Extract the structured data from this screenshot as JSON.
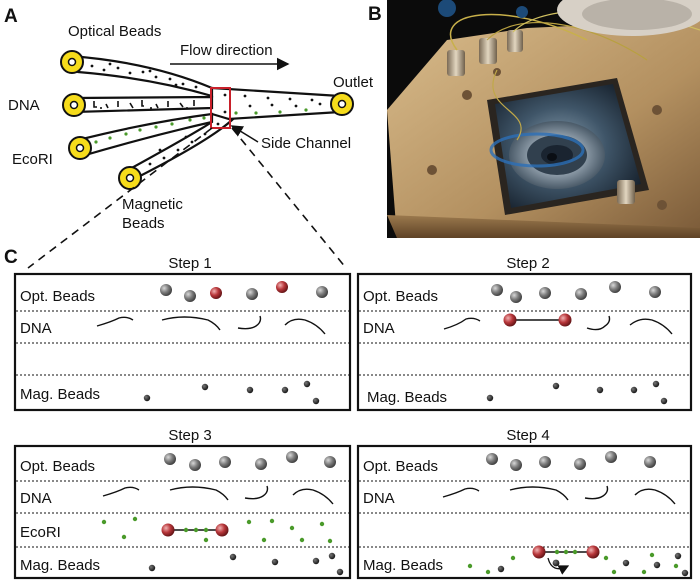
{
  "panels": {
    "a": "A",
    "b": "B",
    "c": "C"
  },
  "panel_a": {
    "optical_beads": "Optical Beads",
    "flow_direction": "Flow direction",
    "dna": "DNA",
    "outlet": "Outlet",
    "ecori": "EcoRI",
    "side_channel": "Side Channel",
    "magnetic_line1": "Magnetic",
    "magnetic_line2": "Beads"
  },
  "panel_c": {
    "steps": [
      {
        "title": "Step 1",
        "rows": [
          "Opt. Beads",
          "DNA",
          "Mag. Beads"
        ]
      },
      {
        "title": "Step 2",
        "rows": [
          "Opt. Beads",
          "DNA",
          "Mag. Beads"
        ]
      },
      {
        "title": "Step 3",
        "rows": [
          "Opt. Beads",
          "DNA",
          "EcoRI",
          "Mag. Beads"
        ]
      },
      {
        "title": "Step 4",
        "rows": [
          "Opt. Beads",
          "DNA",
          "Mag. Beads"
        ]
      }
    ]
  },
  "colors": {
    "port_fill": "#f6dc1b",
    "optical_bead": "#7d7d7d",
    "trapped_bead": "#b8363a",
    "ecori_dot": "#4a9a2a",
    "mag_bead": "#151515",
    "highlight_box": "#c8202a"
  }
}
